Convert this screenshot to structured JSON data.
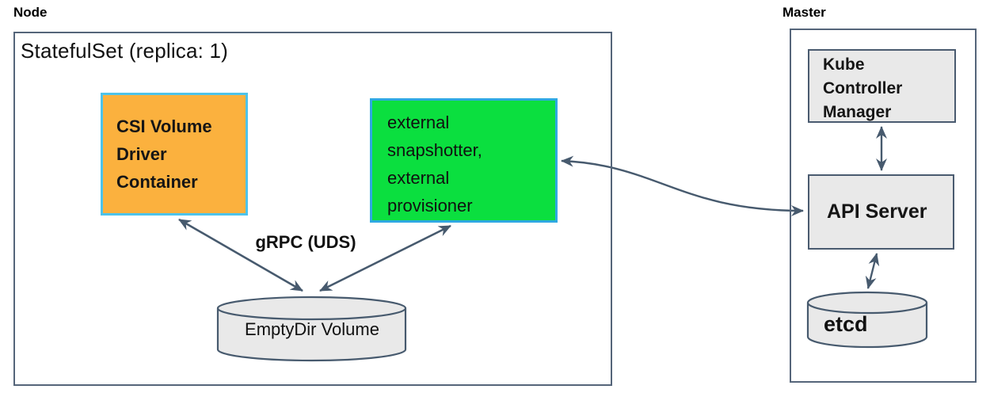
{
  "node_panel": {
    "label": "Node",
    "title": "StatefulSet (replica: 1)",
    "csi_box": {
      "lines": [
        "CSI Volume",
        "Driver",
        "Container"
      ],
      "fill": "#fbb13e",
      "border": "#4ec3ea"
    },
    "sidecar_box": {
      "lines": [
        "external",
        "snapshotter,",
        "external",
        "provisioner"
      ],
      "fill": "#0bdf3f",
      "border": "#2fa9e1"
    },
    "grpc_label": "gRPC (UDS)",
    "emptydir_label": "EmptyDir Volume"
  },
  "master_panel": {
    "label": "Master",
    "kcm_box": {
      "lines": [
        "Kube",
        "Controller",
        "Manager"
      ],
      "fill": "#e9e9e9"
    },
    "api_server_label": "API Server",
    "etcd_label": "etcd"
  },
  "colors": {
    "connector_slate": "#475a6e",
    "panel_border": "#55657a",
    "cylinder_fill": "#e9e9e9",
    "csi_fill": "#fbb13e",
    "csi_border": "#4ec3ea",
    "sidecar_fill": "#0bdf3f",
    "sidecar_border": "#2fa9e1",
    "gray_box_fill": "#e9e9e9"
  }
}
